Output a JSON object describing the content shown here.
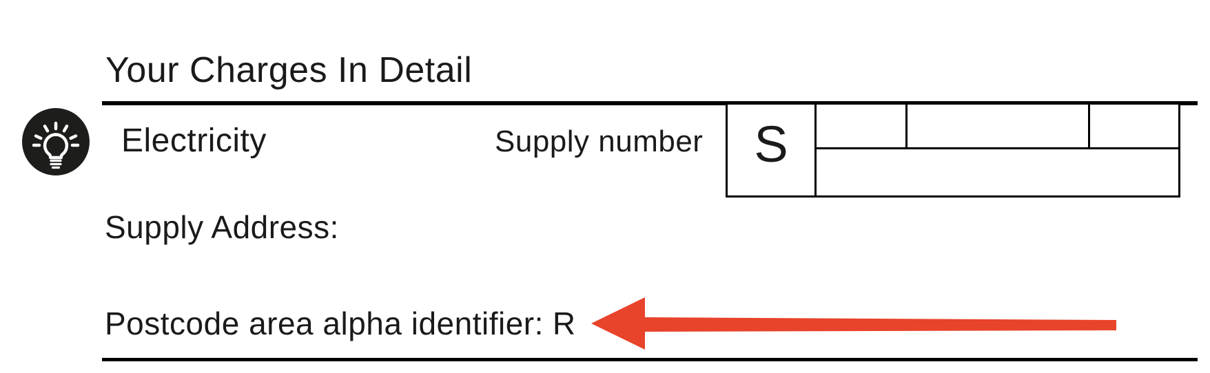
{
  "colors": {
    "ink": "#1a1a1a",
    "rule": "#000000",
    "arrow": "#e8432b",
    "icon_bg": "#1d1d1b",
    "icon_fg": "#ffffff"
  },
  "icons": {
    "section_icon": "lightbulb-icon",
    "annotation_icon": "arrow-left-icon"
  },
  "header": {
    "title": "Your Charges In Detail"
  },
  "electricity": {
    "fuel_label": "Electricity",
    "supply_number": {
      "label": "Supply number",
      "prefix": "S"
    },
    "supply_address_label": "Supply Address:",
    "postcode": {
      "label": "Postcode area alpha identifier:",
      "value": "R"
    }
  }
}
